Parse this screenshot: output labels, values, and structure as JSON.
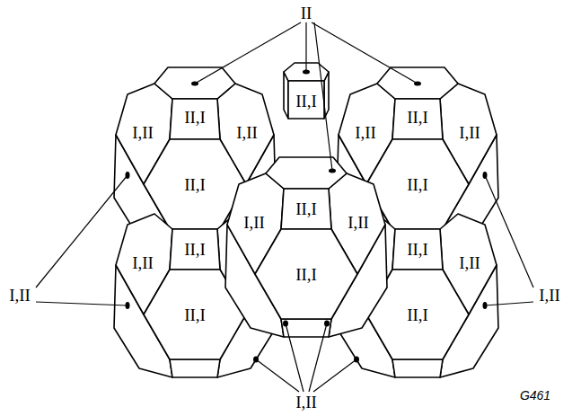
{
  "diagram": {
    "labels": [
      "II",
      "II,I",
      "II,I",
      "II,I",
      "I,II",
      "I,II",
      "I,II",
      "I,II",
      "II,I",
      "II,I",
      "II,I",
      "I,II",
      "I,II",
      "II,I",
      "II,I",
      "I,II",
      "I,II",
      "II,I",
      "I,II",
      "I,II",
      "II,I",
      "II,I",
      "I,II",
      "G461"
    ]
  }
}
